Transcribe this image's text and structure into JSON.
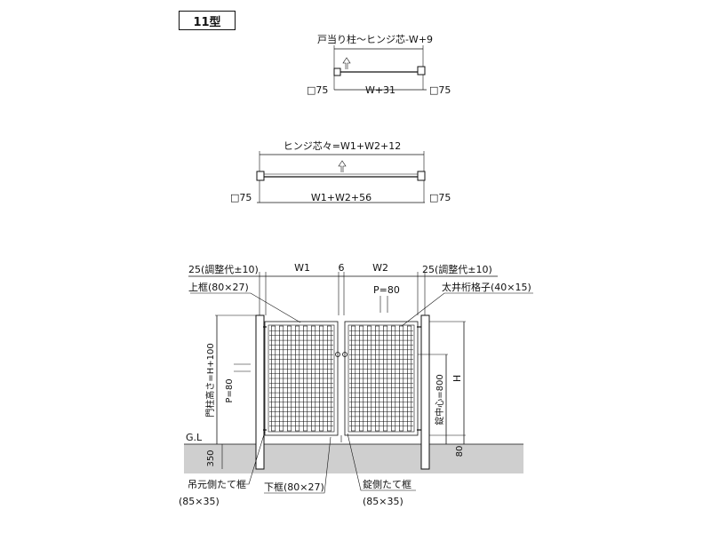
{
  "model": {
    "label": "11型"
  },
  "plan1": {
    "top_label": "戸当り柱～ヒンジ芯-W+9",
    "bottom_label": "W+31",
    "post_left": "□75",
    "post_right": "□75"
  },
  "plan2": {
    "top_label": "ヒンジ芯々=W1+W2+12",
    "bottom_label": "W1+W2+56",
    "post_left": "□75",
    "post_right": "□75"
  },
  "elevation": {
    "adj_left": "25(調整代±10)",
    "w1": "W1",
    "gap": "6",
    "w2": "W2",
    "adj_right": "25(調整代±10)",
    "top_rail": "上框(80×27)",
    "p80_top": "P=80",
    "lattice": "太井桁格子(40×15)",
    "post_height": "門柱高さ=H+100",
    "p80_left": "P=80",
    "lock_center": "錠中心=800",
    "h": "H",
    "gl": "G.L",
    "depth": "350",
    "clearance": "80",
    "hinge_stile": "吊元側たて框",
    "hinge_stile_size": "(85×35)",
    "bottom_rail": "下框(80×27)",
    "lock_stile": "錠側たて框",
    "lock_stile_size": "(85×35)"
  }
}
